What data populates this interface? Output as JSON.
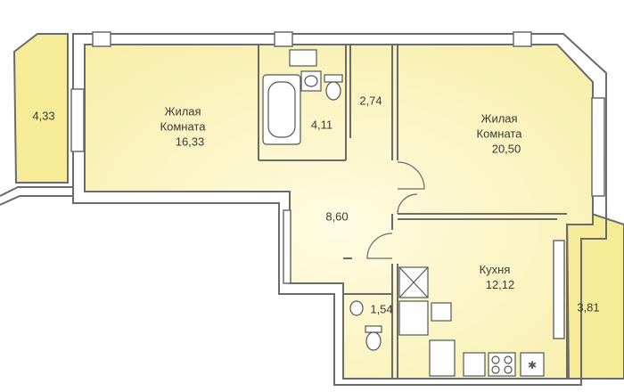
{
  "colors": {
    "floor": "#fbf4b8",
    "floor_light": "#fffbe0",
    "balcony": "#f6ec98",
    "wall": "#6b6b6b",
    "wall_fill": "#ffffff",
    "fixture": "#555555"
  },
  "rooms": {
    "living1": {
      "name_line1": "Жилая",
      "name_line2": "Комната",
      "area": "16,33"
    },
    "living2": {
      "name_line1": "Жилая",
      "name_line2": "Комната",
      "area": "20,50"
    },
    "bathroom": {
      "area": "4,11"
    },
    "storage": {
      "area": "2,74"
    },
    "hall": {
      "area": "8,60"
    },
    "kitchen": {
      "name": "Кухня",
      "area": "12,12"
    },
    "wc": {
      "area": "1,54"
    },
    "balcony_left": {
      "area": "4,33"
    },
    "balcony_right": {
      "area": "3,81"
    }
  }
}
